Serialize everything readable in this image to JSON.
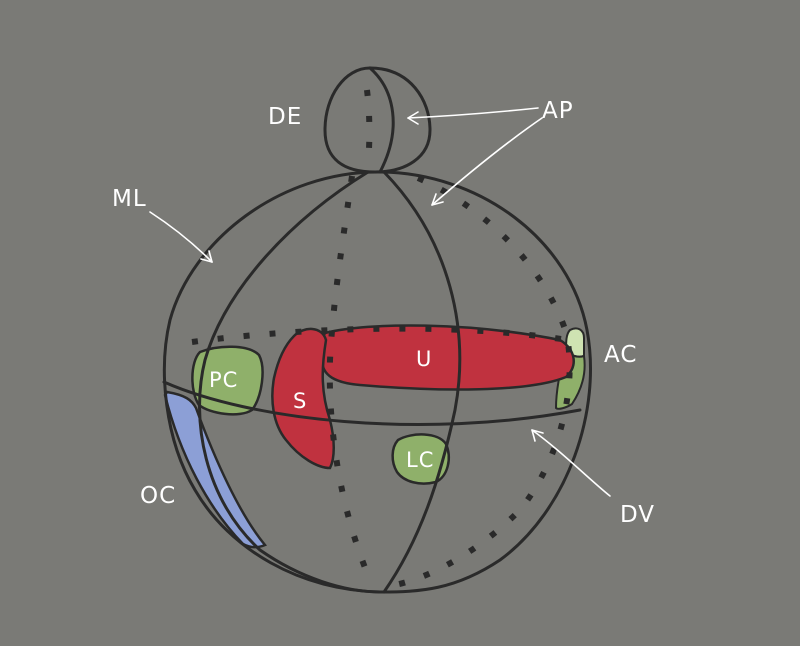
{
  "labels": {
    "de": "DE",
    "ap": "AP",
    "ml": "ML",
    "ac": "AC",
    "oc": "OC",
    "dv": "DV",
    "pc": "PC",
    "lc": "LC",
    "u": "U",
    "s": "S"
  },
  "colors": {
    "background": "#7a7a76",
    "outline": "#2a2a2a",
    "red_structure": "#c0323f",
    "green_structure": "#8fb06a",
    "light_green": "#cfe3b2",
    "blue_structure": "#8c9fd6",
    "label_text": "#ffffff"
  }
}
